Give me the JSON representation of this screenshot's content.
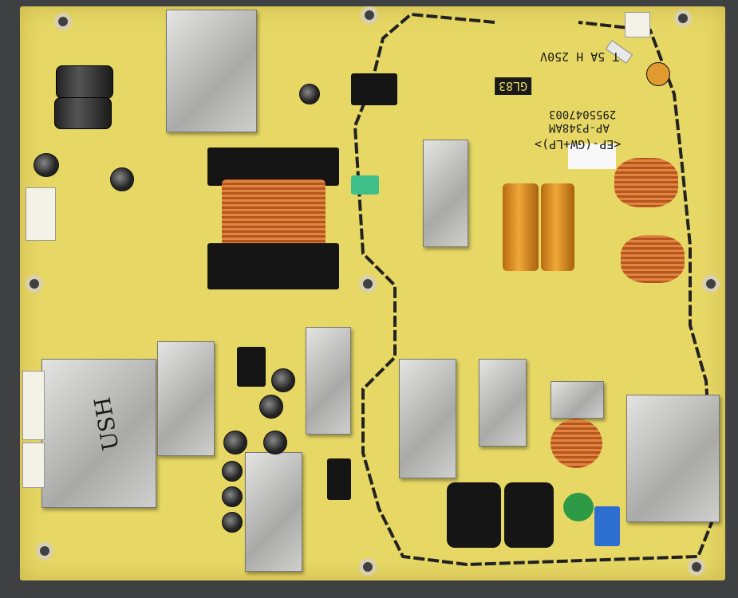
{
  "board": {
    "fuse_rating": "T 5A H 250V",
    "board_code": "GL83",
    "part_model": "AP-P348AM",
    "part_number": "2955047003",
    "board_name": "<EP-(GW+LP)>",
    "handwritten_mark": "USH"
  },
  "colors": {
    "pcb": "#e7d866",
    "heatsink": "#c4c4c2",
    "background": "#3f4042"
  }
}
